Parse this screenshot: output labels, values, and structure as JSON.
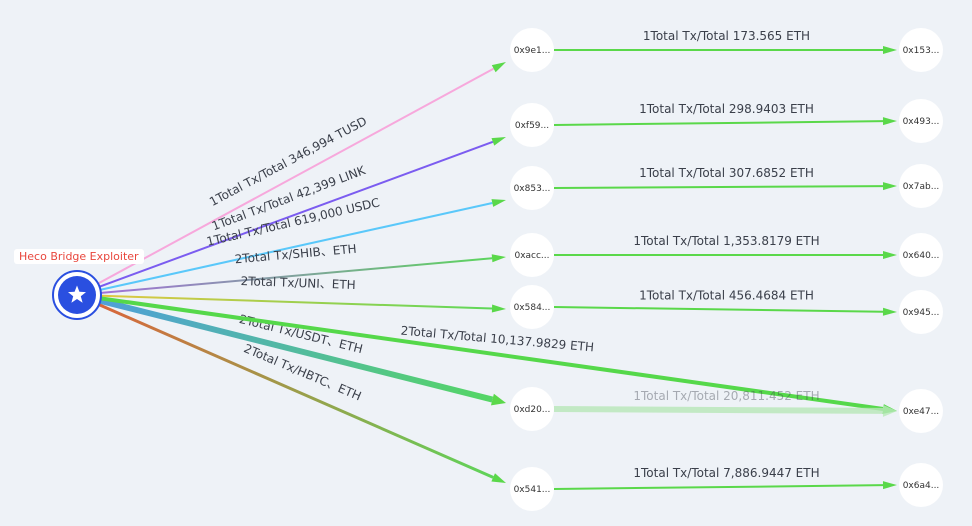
{
  "hub": {
    "label": "Heco Bridge Exploiter",
    "icon": "star-icon",
    "color": "#2a4fe0"
  },
  "middle_nodes": [
    "0x9e1...",
    "0xf59...",
    "0x853...",
    "0xacc...",
    "0x584...",
    "0xd20...",
    "0x541..."
  ],
  "right_nodes": [
    "0x153...",
    "0x493...",
    "0x7ab...",
    "0x640...",
    "0x945...",
    "0xe47...",
    "0x6a4..."
  ],
  "hub_edges": [
    {
      "label": "1Total Tx/Total 346,994 TUSD",
      "from_color": "#f7a8dc",
      "to_color": "#f7a8dc"
    },
    {
      "label": "1Total Tx/Total 42,399 LINK",
      "from_color": "#7b5cf0",
      "to_color": "#7b5cf0"
    },
    {
      "label": "1Total Tx/Total 619,000 USDC",
      "from_color": "#5ac8fa",
      "to_color": "#5ac8fa"
    },
    {
      "label": "2Total Tx/SHIB、ETH",
      "from_color": "#a66be0",
      "to_color": "#5ad85a"
    },
    {
      "label": "2Total Tx/UNI、ETH",
      "from_color": "#e8c640",
      "to_color": "#5ad85a"
    },
    {
      "label": "2Total Tx/USDT、ETH",
      "from_color": "#4f9ce0",
      "to_color": "#55d860"
    },
    {
      "label": "2Total Tx/HBTC、ETH",
      "from_color": "#e0603a",
      "to_color": "#5ad85a"
    }
  ],
  "direct_edge": {
    "label": "2Total Tx/Total 10,137.9829 ETH",
    "color": "#55d84a"
  },
  "right_edges": [
    "1Total Tx/Total 173.565 ETH",
    "1Total Tx/Total 298.9403 ETH",
    "1Total Tx/Total 307.6852 ETH",
    "1Total Tx/Total 1,353.8179 ETH",
    "1Total Tx/Total 456.4684 ETH",
    "1Total Tx/Total 20,811.452 ETH",
    "1Total Tx/Total 7,886.9447 ETH"
  ],
  "edge_color": "#5ad84a"
}
